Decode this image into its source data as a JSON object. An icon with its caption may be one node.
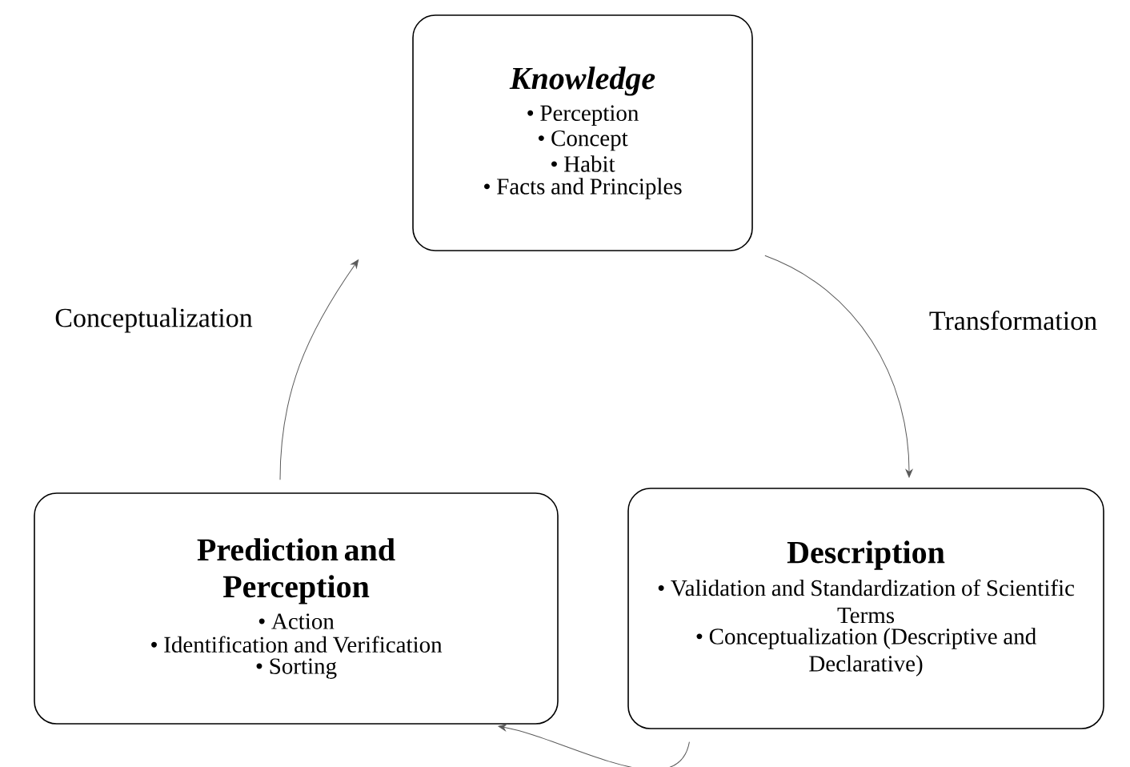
{
  "diagram": {
    "nodes": [
      {
        "text": [
          "Knowledge",
          "• Perception",
          "• Concept",
          "• Habit",
          "• Facts and Principles"
        ]
      },
      {
        "text": [
          "Description",
          "• Validation and Standardization of Scientific Terms",
          "• Conceptualization (Descriptive and Declarative)"
        ]
      },
      {
        "text": [
          "Prediction and Perception",
          "• Action",
          "• Identification and Verification",
          "• Sorting"
        ]
      }
    ],
    "edges": [
      {
        "from": 0,
        "to": 1,
        "arrow": "to",
        "label": "Transformation"
      },
      {
        "from": 1,
        "to": 2,
        "arrow": "to"
      },
      {
        "from": 2,
        "to": 0,
        "arrow": "to",
        "label": "Conceptualization"
      }
    ]
  }
}
